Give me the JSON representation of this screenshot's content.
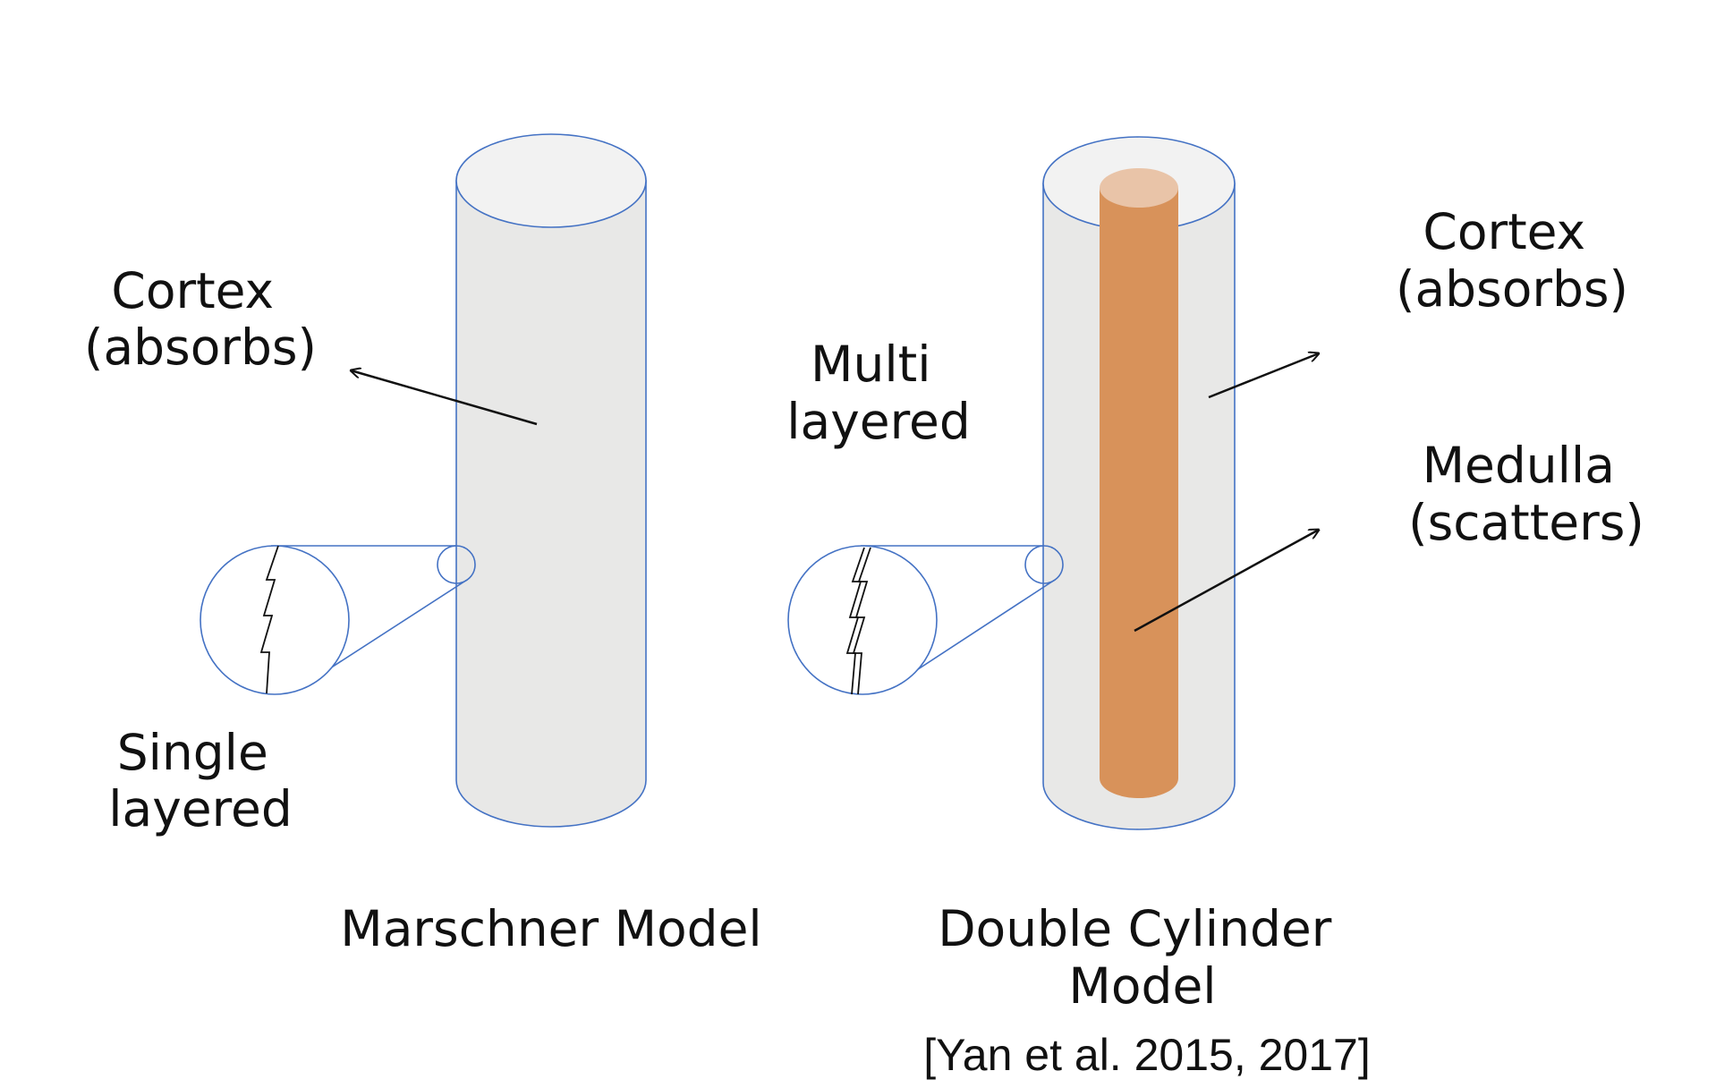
{
  "left_model": {
    "cortex_label": [
      "Cortex",
      "(absorbs)"
    ],
    "layer_label": [
      "Single",
      "layered"
    ],
    "caption": [
      "Marschner Model"
    ]
  },
  "right_model": {
    "layer_label": [
      "Multi",
      "layered"
    ],
    "cortex_label": [
      "Cortex",
      "(absorbs)"
    ],
    "medulla_label": [
      "Medulla",
      "(scatters)"
    ],
    "caption": [
      "Double Cylinder",
      "Model"
    ],
    "citation": "[Yan et al. 2015, 2017]"
  },
  "colors": {
    "cylinder_fill": "#e8e8e7",
    "cylinder_top": "#f2f2f2",
    "outline": "#4472c4",
    "medulla_fill": "#d8925a",
    "medulla_top": "#e9c4a8",
    "arrow": "#111111"
  }
}
